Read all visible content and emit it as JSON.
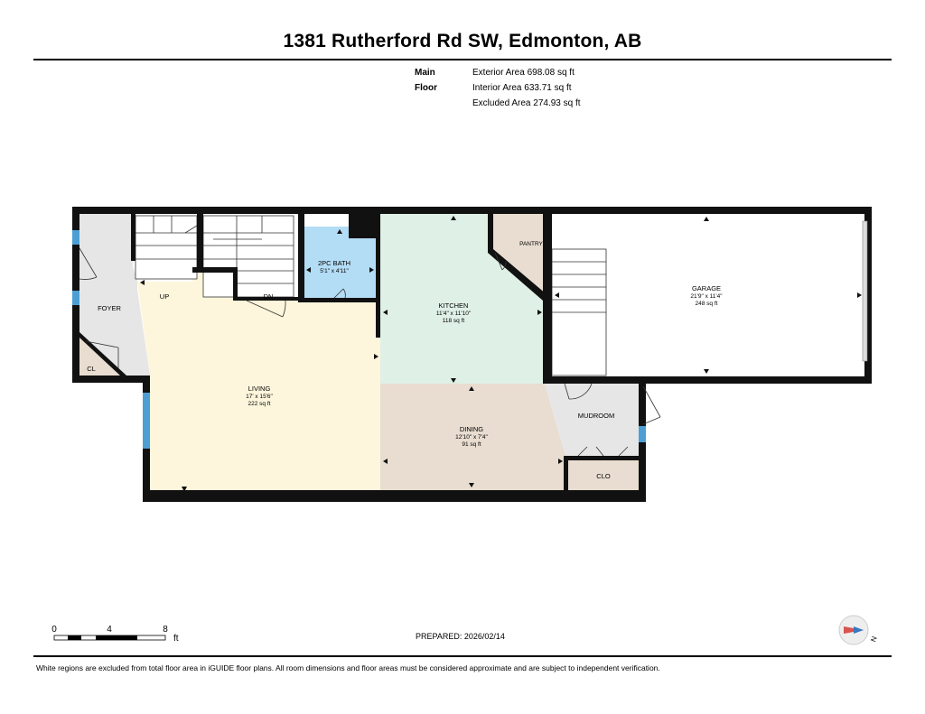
{
  "header": {
    "title": "1381 Rutherford Rd SW, Edmonton, AB"
  },
  "areas": {
    "floor_label": "Main Floor",
    "exterior": "Exterior Area 698.08 sq ft",
    "interior": "Interior Area 633.71 sq ft",
    "excluded": "Excluded Area 274.93 sq ft"
  },
  "rooms": {
    "foyer": {
      "name": "FOYER"
    },
    "closet": {
      "name": "CL"
    },
    "stairs_up": {
      "name": "UP"
    },
    "stairs_down": {
      "name": "DN"
    },
    "bath": {
      "name": "2PC BATH",
      "dims": "5'1\" x 4'11\""
    },
    "kitchen": {
      "name": "KITCHEN",
      "dims": "11'4\" x 11'10\"",
      "area": "118 sq ft"
    },
    "pantry": {
      "name": "PANTRY"
    },
    "garage": {
      "name": "GARAGE",
      "dims": "21'9\" x 11'4\"",
      "area": "248 sq ft"
    },
    "living": {
      "name": "LIVING",
      "dims": "17' x 15'6\"",
      "area": "222 sq ft"
    },
    "dining": {
      "name": "DINING",
      "dims": "12'10\" x 7'4\"",
      "area": "91 sq ft"
    },
    "mudroom": {
      "name": "MUDROOM"
    },
    "clo": {
      "name": "CLO"
    }
  },
  "scale": {
    "ticks": [
      "0",
      "4",
      "8"
    ],
    "unit": "ft"
  },
  "footer": {
    "prepared": "PREPARED: 2026/02/14",
    "disclaimer": "White regions are excluded from total floor area in iGUIDE floor plans. All room dimensions and floor areas must be considered approximate and are subject to independent verification."
  },
  "compass": {
    "label": "N"
  },
  "colors": {
    "wall": "#111111",
    "foyer": "#e6e6e6",
    "bath": "#b3dcf5",
    "kitchen": "#dff0e6",
    "pantry": "#e8ddd0",
    "living": "#fdf6dc",
    "dining": "#e8ddd0",
    "mudroom": "#e6e6e6",
    "window": "#4d9fd3"
  }
}
